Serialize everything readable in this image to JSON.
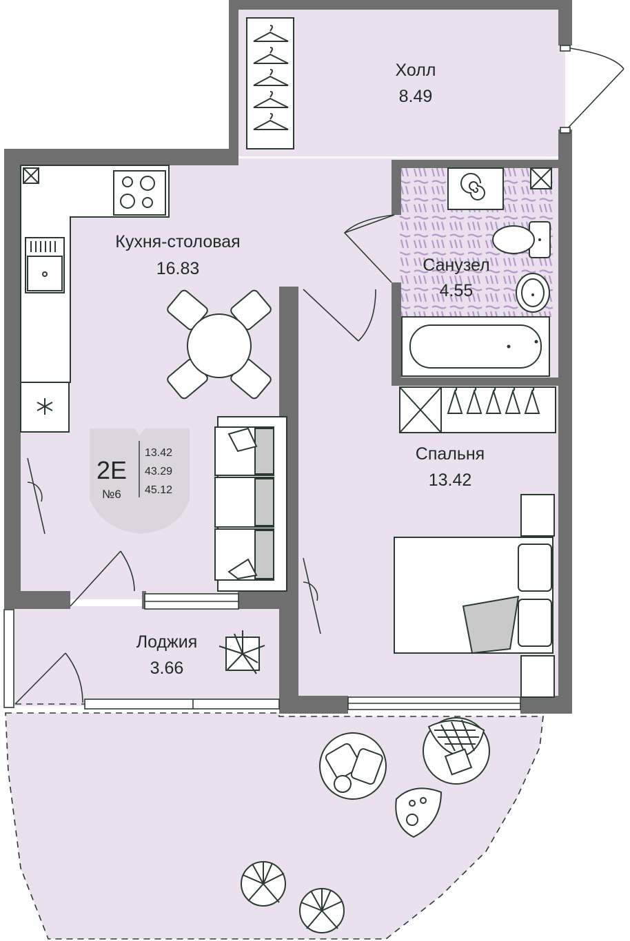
{
  "colors": {
    "floor": "#ebe1ee",
    "wall": "#6f6f6f",
    "line": "#2b3a30",
    "tile": "#b49ac8",
    "badge": "#ddd5de"
  },
  "rooms": {
    "hall": {
      "name": "Холл",
      "area": "8.49"
    },
    "kitchen": {
      "name": "Кухня-столовая",
      "area": "16.83"
    },
    "bathroom": {
      "name": "Санузел",
      "area": "4.55"
    },
    "bedroom": {
      "name": "Спальня",
      "area": "13.42"
    },
    "loggia": {
      "name": "Лоджия",
      "area": "3.66"
    }
  },
  "badge": {
    "code": "2E",
    "number": "№6",
    "areas": [
      "13.42",
      "43.29",
      "45.12"
    ]
  },
  "icons": [
    "hanger-icon",
    "stove-icon",
    "sink-icon",
    "washer-icon",
    "toilet-icon",
    "bathtub-icon",
    "plant-icon",
    "armchair-icon",
    "fan-icon"
  ]
}
